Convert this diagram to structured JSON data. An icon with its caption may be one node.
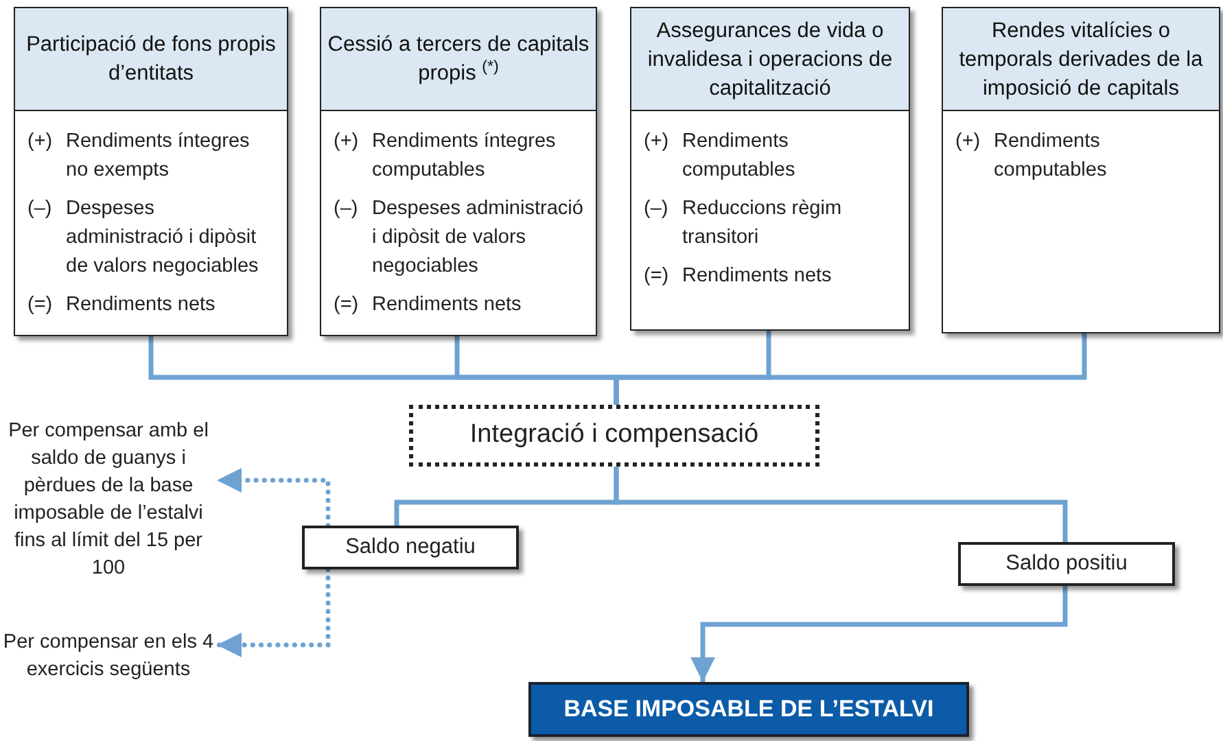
{
  "diagram": {
    "nodes": [
      {
        "text": [
          "Participació de fons propis d’entitats",
          "(+) Rendiments íntegres no exempts",
          "(–) Despeses administració i dipòsit de valors negociables",
          "(=) Rendiments nets"
        ]
      },
      {
        "text": [
          "Cessió a tercers de capitals propis $^{(*)}$",
          "(+) Rendiments íntegres computables",
          "(–) Despeses administració i dipòsit de valors negociables",
          "(=) Rendiments nets"
        ]
      },
      {
        "text": [
          "Assegurances de vida o invalidesa i operacions de capitalització",
          "(+) Rendiments computables",
          "(–) Reduccions règim transitori",
          "(=) Rendiments nets"
        ]
      },
      {
        "text": [
          "Rendes vitalícies o temporals derivades de la imposició de capitals",
          "(+) Rendiments computables"
        ]
      },
      {
        "text": [
          "Integració i compensació"
        ]
      },
      {
        "text": [
          "Saldo negatiu"
        ]
      },
      {
        "text": [
          "Saldo positiu"
        ]
      },
      {
        "text": [
          "BASE IMPOSABLE DE L’ESTALVI"
        ]
      },
      {
        "text": [
          "Per compensar amb el saldo de guanys i pèrdues de la base imposable de l’estalvi fins al límit del 15 per 100"
        ]
      },
      {
        "text": [
          "Per compensar en els 4 exercicis següents"
        ]
      }
    ],
    "edges": [
      {
        "from": 0,
        "to": 4,
        "arrow": "none"
      },
      {
        "from": 1,
        "to": 4,
        "arrow": "none"
      },
      {
        "from": 2,
        "to": 4,
        "arrow": "none"
      },
      {
        "from": 3,
        "to": 4,
        "arrow": "none"
      },
      {
        "from": 4,
        "to": 5,
        "arrow": "none"
      },
      {
        "from": 4,
        "to": 6,
        "arrow": "none"
      },
      {
        "from": 6,
        "to": 7,
        "arrow": "to"
      },
      {
        "from": 5,
        "to": 8,
        "arrow": "to",
        "style": "dashed"
      },
      {
        "from": 5,
        "to": 9,
        "arrow": "to",
        "style": "dashed"
      }
    ]
  }
}
